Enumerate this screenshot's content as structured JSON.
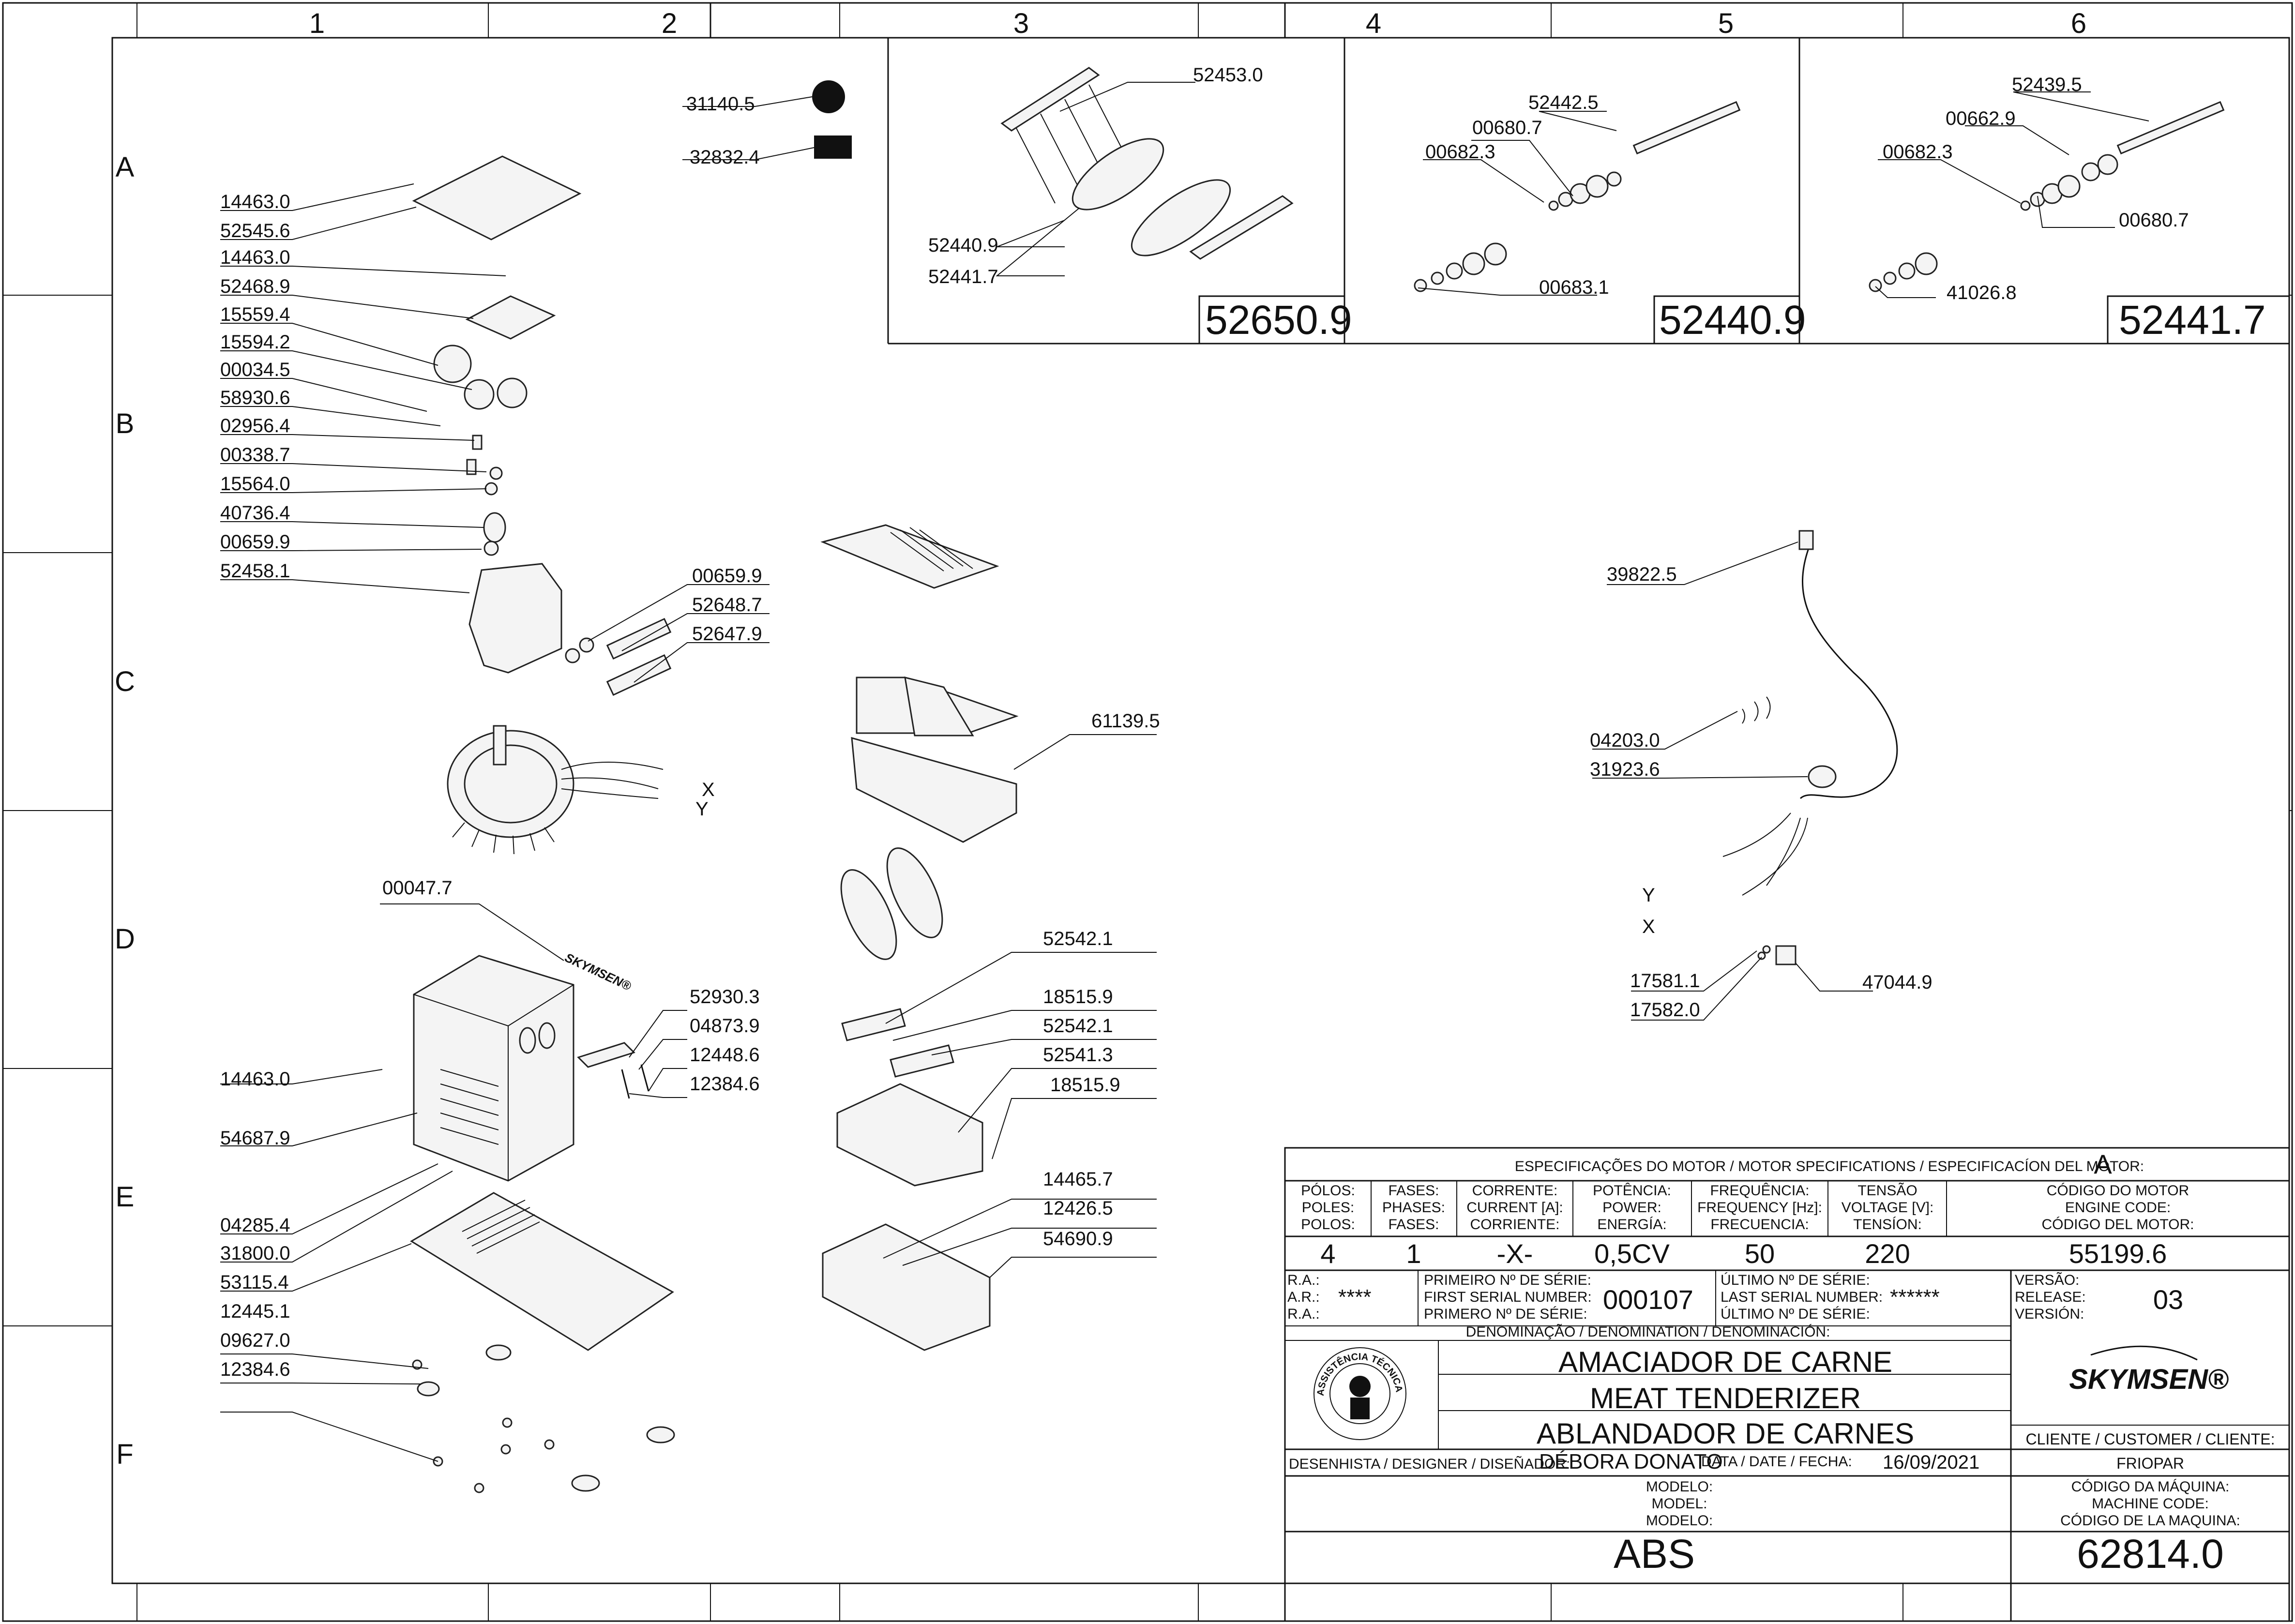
{
  "grid": {
    "columns": [
      "1",
      "2",
      "3",
      "4",
      "5",
      "6"
    ],
    "rows": [
      "A",
      "B",
      "C",
      "D",
      "E",
      "F"
    ]
  },
  "callouts": {
    "a1": "14463.0",
    "a2": "52545.6",
    "a3": "14463.0",
    "a4": "52468.9",
    "a5": "15559.4",
    "a6": "15594.2",
    "a7": "00034.5",
    "a8": "58930.6",
    "a9": "02956.4",
    "a10": "00338.7",
    "a11": "15564.0",
    "a12": "40736.4",
    "a13": "00659.9",
    "a14": "52458.1",
    "b1": "00659.9",
    "b2": "52648.7",
    "b3": "52647.9",
    "c1": "31140.5",
    "c2": "32832.4",
    "d1": "00047.7",
    "e1": "14463.0",
    "e2": "54687.9",
    "f1": "52930.3",
    "f2": "04873.9",
    "f3": "12448.6",
    "f4": "12384.6",
    "g1": "04285.4",
    "g2": "31800.0",
    "g3": "53115.4",
    "g4": "12445.1",
    "g5": "09627.0",
    "g6": "12384.6",
    "h1": "61139.5",
    "i1": "52542.1",
    "i2": "18515.9",
    "i3": "52542.1",
    "i4": "52541.3",
    "i5": "18515.9",
    "j1": "14465.7",
    "j2": "12426.5",
    "j3": "54690.9",
    "k1": "39822.5",
    "k2": "04203.0",
    "k3": "31923.6",
    "k4": "17581.1",
    "k5": "17582.0",
    "k6": "47044.9",
    "axis_x": "X",
    "axis_y": "Y",
    "axis_y2": "Y",
    "axis_x2": "X"
  },
  "insets": {
    "p1": {
      "code": "52650.9",
      "labels": [
        "52453.0",
        "52440.9",
        "52441.7"
      ]
    },
    "p2": {
      "code": "52440.9",
      "labels": [
        "52442.5",
        "00680.7",
        "00682.3",
        "00683.1"
      ]
    },
    "p3": {
      "code": "52441.7",
      "labels": [
        "52439.5",
        "00662.9",
        "00682.3",
        "00680.7",
        "41026.8"
      ]
    }
  },
  "titleblock": {
    "motor_header": "ESPECIFICAÇÕES DO MOTOR / MOTOR SPECIFICATIONS / ESPECIFICACÍON DEL MOTOR:",
    "motor_letter": "A",
    "col_poles": [
      "PÓLOS:",
      "POLES:",
      "POLOS:"
    ],
    "col_phases": [
      "FASES:",
      "PHASES:",
      "FASES:"
    ],
    "col_current": [
      "CORRENTE:",
      "CURRENT [A]:",
      "CORRIENTE:"
    ],
    "col_power": [
      "POTÊNCIA:",
      "POWER:",
      "ENERGÍA:"
    ],
    "col_freq": [
      "FREQUÊNCIA:",
      "FREQUENCY [Hz]:",
      "FRECUENCIA:"
    ],
    "col_voltage": [
      "TENSÃO",
      "VOLTAGE [V]:",
      "TENSÍON:"
    ],
    "col_engine": [
      "CÓDIGO DO MOTOR",
      "ENGINE CODE:",
      "CÓDIGO DEL MOTOR:"
    ],
    "val_poles": "4",
    "val_phases": "1",
    "val_current": "-X-",
    "val_power": "0,5CV",
    "val_freq": "50",
    "val_voltage": "220",
    "val_engine": "55199.6",
    "ra_labels": [
      "R.A.:",
      "A.R.:",
      "R.A.:"
    ],
    "ra_value": "****",
    "first_serial_labels": [
      "PRIMEIRO Nº DE SÉRIE:",
      "FIRST SERIAL NUMBER:",
      "PRIMERO Nº DE SÉRIE:"
    ],
    "first_serial": "000107",
    "last_serial_labels": [
      "ÚLTIMO Nº DE SÉRIE:",
      "LAST SERIAL NUMBER:",
      "ÚLTIMO Nº DE SÉRIE:"
    ],
    "last_serial": "******",
    "version_labels": [
      "VERSÃO:",
      "RELEASE:",
      "VERSIÓN:"
    ],
    "version": "03",
    "denomination_label": "DENOMINAÇÃO / DENOMINATION / DENOMINACIÓN:",
    "names": [
      "AMACIADOR DE CARNE",
      "MEAT TENDERIZER",
      "ABLANDADOR DE CARNES"
    ],
    "brand": "SKYMSEN®",
    "seal_text": "ASSISTÊNCIA TÉCNICA AUTORIZADA",
    "customer_label": "CLIENTE / CUSTOMER / CLIENTE:",
    "customer": "FRIOPAR",
    "designer_label": "DESENHISTA / DESIGNER / DISEÑADOR:",
    "designer": "DÉBORA DONATO",
    "date_label": "DATA / DATE / FECHA:",
    "date": "16/09/2021",
    "model_labels": [
      "MODELO:",
      "MODEL:",
      "MODELO:"
    ],
    "model": "ABS",
    "machine_code_labels": [
      "CÓDIGO DA MÁQUINA:",
      "MACHINE CODE:",
      "CÓDIGO DE LA MAQUINA:"
    ],
    "machine_code": "62814.0"
  },
  "colors": {
    "ink": "#111111",
    "fill": "#f4f4f4",
    "paper": "#ffffff"
  }
}
